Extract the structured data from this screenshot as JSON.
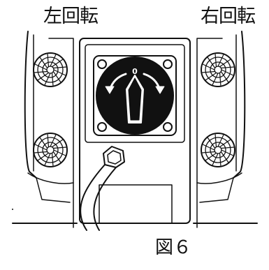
{
  "labels": {
    "left_rotation": "左回転",
    "right_rotation": "右回転",
    "switch_zero_mark": "0",
    "figure_caption": "図６"
  },
  "colors": {
    "ink": "#111111",
    "switch_face": "#111111",
    "paper": "#ffffff"
  }
}
